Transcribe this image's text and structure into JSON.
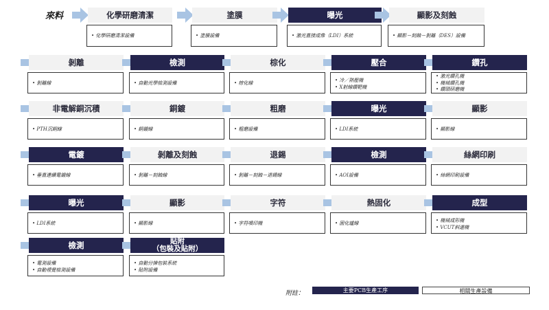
{
  "start_label": "來料",
  "colors": {
    "dark": "#24244d",
    "light": "#f2f2f2",
    "arrow": "#a9c4e3"
  },
  "rows": [
    [
      {
        "name": "化學研磨清潔",
        "dark": false,
        "equip": [
          "化學研磨清潔設備"
        ]
      },
      {
        "name": "塗膜",
        "dark": false,
        "equip": [
          "塗膜設備"
        ]
      },
      {
        "name": "曝光",
        "dark": true,
        "equip": [
          "激光直接成像（LDI）系統"
        ]
      },
      {
        "name": "顯影及刻蝕",
        "dark": false,
        "equip": [
          "顯影－刻蝕－剝離（DES）設備"
        ]
      }
    ],
    [
      {
        "name": "剝離",
        "dark": false,
        "equip": [
          "剝離線"
        ]
      },
      {
        "name": "檢測",
        "dark": true,
        "equip": [
          "自動光學檢測設備"
        ]
      },
      {
        "name": "棕化",
        "dark": false,
        "equip": [
          "棕化線"
        ]
      },
      {
        "name": "壓合",
        "dark": true,
        "equip": [
          "冷／熱壓機",
          "X射線鑽靶機"
        ]
      },
      {
        "name": "鑽孔",
        "dark": true,
        "equip": [
          "激光鑽孔機",
          "機械鑽孔機",
          "鑽頭研磨機"
        ]
      }
    ],
    [
      {
        "name": "非電解銅沉積",
        "dark": false,
        "equip": [
          "PTH沉銅線"
        ]
      },
      {
        "name": "銅鍍",
        "dark": false,
        "equip": [
          "銅鍍線"
        ]
      },
      {
        "name": "粗磨",
        "dark": false,
        "equip": [
          "粗磨設備"
        ]
      },
      {
        "name": "曝光",
        "dark": true,
        "equip": [
          "LDI系統"
        ]
      },
      {
        "name": "顯影",
        "dark": false,
        "equip": [
          "顯影線"
        ]
      }
    ],
    [
      {
        "name": "電鍍",
        "dark": true,
        "equip": [
          "垂直連續電鍍線"
        ]
      },
      {
        "name": "剝離及刻蝕",
        "dark": false,
        "equip": [
          "剝離－刻蝕線"
        ]
      },
      {
        "name": "退錫",
        "dark": false,
        "equip": [
          "剝離－刻蝕－退錫線"
        ]
      },
      {
        "name": "檢測",
        "dark": true,
        "equip": [
          "AOI設備"
        ]
      },
      {
        "name": "絲網印刷",
        "dark": false,
        "equip": [
          "絲網印刷設備"
        ]
      }
    ],
    [
      {
        "name": "曝光",
        "dark": true,
        "equip": [
          "LDI系統"
        ]
      },
      {
        "name": "顯影",
        "dark": false,
        "equip": [
          "顯影線"
        ]
      },
      {
        "name": "字符",
        "dark": false,
        "equip": [
          "字符噴印機"
        ]
      },
      {
        "name": "熱固化",
        "dark": false,
        "equip": [
          "固化爐線"
        ]
      },
      {
        "name": "成型",
        "dark": true,
        "equip": [
          "機械成形機",
          "VCUT斜邊機"
        ]
      }
    ],
    [
      {
        "name": "檢測",
        "dark": true,
        "equip": [
          "電測設備",
          "自動視覺檢測設備"
        ]
      },
      {
        "name": "貼附",
        "sub": "（包裝及貼附）",
        "dark": true,
        "equip": [
          "自動分揀包裝系統",
          "貼附設備"
        ]
      }
    ]
  ],
  "legend": {
    "note": "附註：",
    "main": "主要PCB生產工序",
    "equipment": "相關生產設備"
  }
}
